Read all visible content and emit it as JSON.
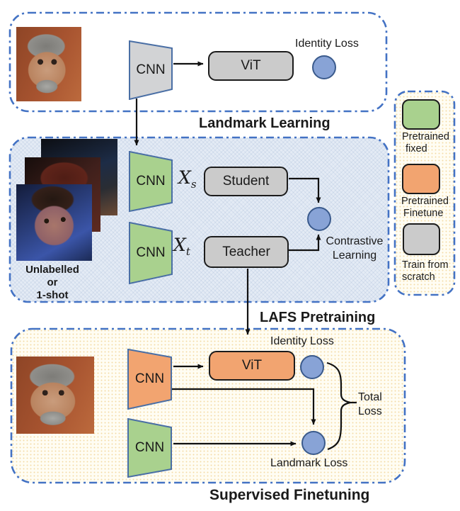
{
  "figure": {
    "sections": {
      "landmark_learning": {
        "title": "Landmark Learning"
      },
      "lafs_pretraining": {
        "title": "LAFS Pretraining"
      },
      "supervised_finetuning": {
        "title": "Supervised Finetuning"
      }
    },
    "top": {
      "cnn": "CNN",
      "vit": "ViT",
      "identity_loss": "Identity Loss"
    },
    "middle": {
      "cnn_student": "CNN",
      "cnn_teacher": "CNN",
      "xs": {
        "base": "X",
        "sub": "s"
      },
      "xt": {
        "base": "X",
        "sub": "t"
      },
      "student": "Student",
      "teacher": "Teacher",
      "contrastive_line1": "Contrastive",
      "contrastive_line2": "Learning",
      "caption_line1": "Unlabelled",
      "caption_line2": "or",
      "caption_line3": "1-shot"
    },
    "bottom": {
      "cnn_finetune": "CNN",
      "cnn_landmark": "CNN",
      "vit": "ViT",
      "identity_loss": "Identity Loss",
      "landmark_loss": "Landmark Loss",
      "total_line1": "Total",
      "total_line2": "Loss"
    },
    "legend": {
      "items": [
        {
          "swatch": "green",
          "color": "#a9d18e",
          "label_line1": "Pretrained",
          "label_line2": "fixed"
        },
        {
          "swatch": "orange",
          "color": "#f2a470",
          "label_line1": "Pretrained",
          "label_line2": "Finetune"
        },
        {
          "swatch": "gray",
          "color": "#cbcbcb",
          "label_line1": "Train from",
          "label_line2": "scratch"
        }
      ]
    },
    "colors": {
      "panel_border": "#4372c4",
      "node_green": "#a9d18e",
      "node_orange": "#f2a470",
      "node_gray": "#cbcbcb",
      "trapezoid_gray": "#d2d3d5",
      "trapezoid_stroke": "#4a6fa5",
      "circle_fill": "#88a3d6",
      "circle_stroke": "#3a5a8c",
      "arrow": "#111111"
    }
  }
}
